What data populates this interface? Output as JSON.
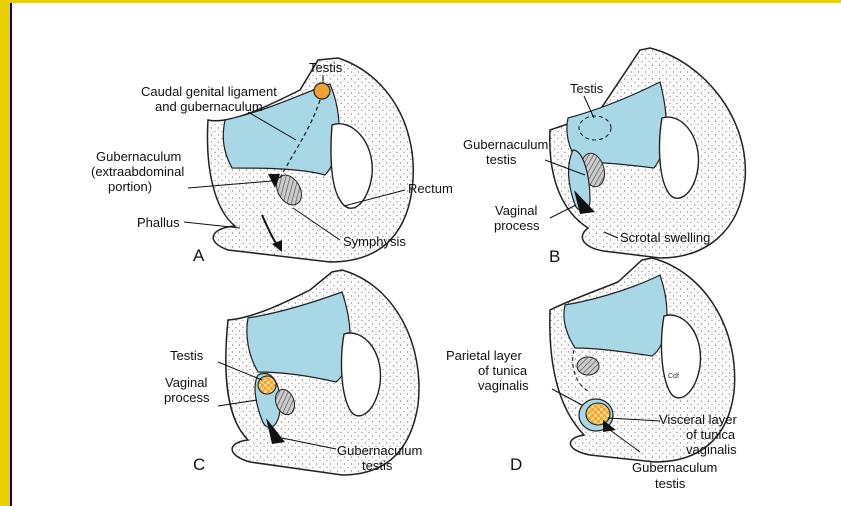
{
  "colors": {
    "background": "#000099",
    "edge": "#e8d000",
    "cavity": "#a8d8e6",
    "testis": "#f0a030",
    "tissue": "#fafafa"
  },
  "panels": [
    {
      "letter": "A",
      "labels": {
        "testis": "Testis",
        "ligament_1": "Caudal genital ligament",
        "ligament_2": "and gubernaculum",
        "gub_1": "Gubernaculum",
        "gub_2": "(extraabdominal",
        "gub_3": "portion)",
        "rectum": "Rectum",
        "phallus": "Phallus",
        "symphysis": "Symphysis"
      }
    },
    {
      "letter": "B",
      "labels": {
        "testis": "Testis",
        "gub_1": "Gubernaculum",
        "gub_2": "testis",
        "vag_1": "Vaginal",
        "vag_2": "process",
        "scrotal": "Scrotal swelling"
      }
    },
    {
      "letter": "C",
      "labels": {
        "testis": "Testis",
        "vag_1": "Vaginal",
        "vag_2": "process",
        "gub_1": "Gubernaculum",
        "gub_2": "testis"
      }
    },
    {
      "letter": "D",
      "labels": {
        "par_1": "Parietal layer",
        "par_2": "of tunica",
        "par_3": "vaginalis",
        "vis_1": "Visceral layer",
        "vis_2": "of tunica",
        "vis_3": "vaginalis",
        "gub_1": "Gubernaculum",
        "gub_2": "testis",
        "sig": "Cdf"
      }
    }
  ]
}
